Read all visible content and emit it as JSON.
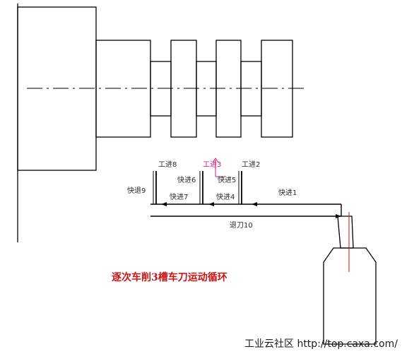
{
  "labels": {
    "work_feed_8": "工进8",
    "work_feed_3_marker": "工进3",
    "work_feed_2": "工进2",
    "rapid_feed_6": "快进6",
    "rapid_feed_5": "快进5",
    "rapid_return_9": "快退9",
    "rapid_feed_7": "快进7",
    "rapid_feed_4": "快进4",
    "rapid_feed_1": "快进1",
    "retract_10": "退刀10"
  },
  "title": "逐次车削3槽车刀运动循环",
  "watermark": "工业云社区 http://top.caxa.com/",
  "colors": {
    "line": "#000000",
    "title": "#c81414",
    "accent": "#c81e78",
    "tool_axis": "#c81414"
  }
}
